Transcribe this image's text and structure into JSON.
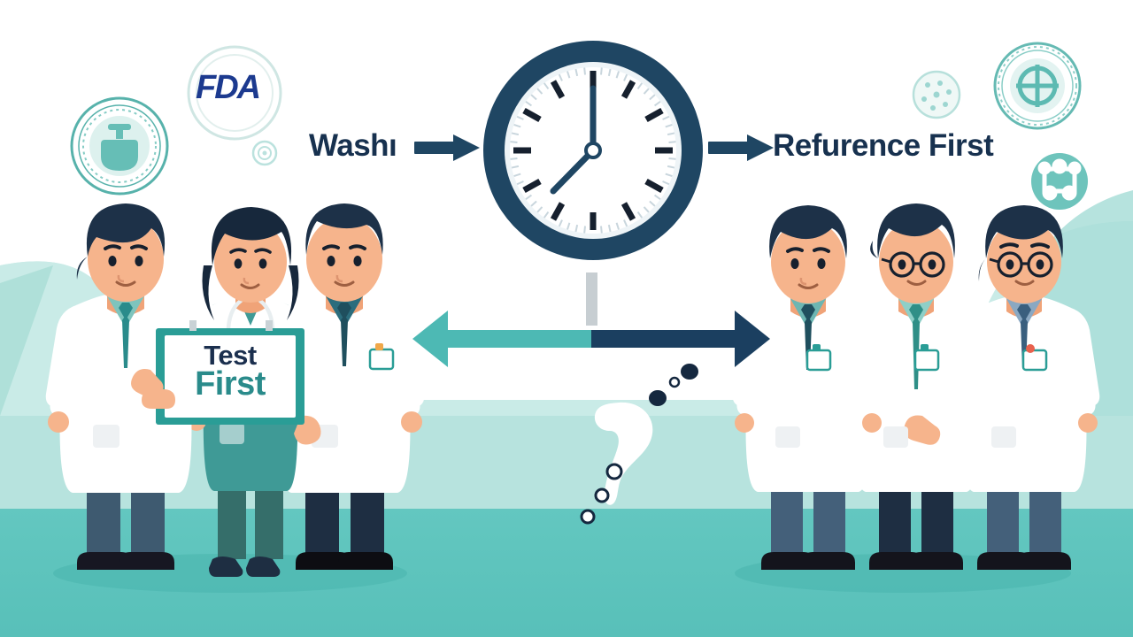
{
  "illustration": {
    "title": "Clinical trial crossover design: Test First vs Reference First with washout period",
    "style": "flat-vector-infographic"
  },
  "labels": {
    "left_sequence": "Washı",
    "right_sequence": "Refurence First",
    "sign_line1": "Test",
    "sign_line2": "First",
    "fda_logo": "FDA"
  },
  "clock": {
    "name": "washout-clock",
    "hour_hand_deg": 239,
    "minute_hand_deg": 0,
    "reading": "7:58"
  },
  "timeline_arrow": {
    "name": "period-arrow",
    "left_half_color": "#4db9b4",
    "right_half_color": "#1b3f60",
    "divider_color": "#c7ced2",
    "double_headed": true
  },
  "badges": [
    {
      "name": "pharmacy-seal-badge",
      "shape": "circle-seal",
      "color": "#3aa59d",
      "glyph": "mortar-pestle"
    },
    {
      "name": "fda-logo-badge",
      "shape": "circle-ring",
      "color": "#1c3a8f",
      "glyph": "fda-wordmark"
    },
    {
      "name": "small-emblem-icon",
      "shape": "circle-ring",
      "color": "#8fcfc9",
      "glyph": "target"
    },
    {
      "name": "cell-dots-icon",
      "shape": "circle-dotted",
      "color": "#9fd6d0",
      "glyph": "cell"
    },
    {
      "name": "cross-seal-badge",
      "shape": "circle-seal",
      "color": "#55b3ab",
      "glyph": "medical-cross"
    },
    {
      "name": "molecule-badge",
      "shape": "circle-solid",
      "color": "#6ec4bc",
      "glyph": "molecule"
    }
  ],
  "groups": {
    "left": {
      "name": "test-first-group",
      "count": 3,
      "members": [
        {
          "name": "clinician-male-left",
          "glasses": false,
          "hair": "#1d3148",
          "coat": "#ffffff",
          "tie": "#2a8b8b",
          "trousers": "#3e5a70"
        },
        {
          "name": "clinician-female-center",
          "glasses": false,
          "hair": "#17283c",
          "scrubs": "#3f9a96",
          "stethoscope": true
        },
        {
          "name": "clinician-male-right",
          "glasses": false,
          "hair": "#1d3148",
          "coat": "#ffffff",
          "tie": "#2b6d7d",
          "trousers": "#1e2e42"
        }
      ]
    },
    "right": {
      "name": "reference-first-group",
      "count": 3,
      "members": [
        {
          "name": "clinician-male-1",
          "glasses": false,
          "hair": "#1d3148",
          "coat": "#ffffff",
          "tie": "#1f4f5e",
          "trousers": "#44607a"
        },
        {
          "name": "clinician-male-2",
          "glasses": true,
          "hair": "#1d3148",
          "coat": "#ffffff",
          "tie": "#2f8f87",
          "trousers": "#1e2e42"
        },
        {
          "name": "clinician-male-3",
          "glasses": true,
          "hair": "#1d3148",
          "coat": "#ffffff",
          "tie": "#3a5f7e",
          "trousers": "#44607a"
        }
      ]
    }
  },
  "dots_trail": {
    "name": "dots-trail",
    "filled_color": "#15283f",
    "outline_color": "#15283f",
    "count": 6
  },
  "palette": {
    "background_top": "#ffffff",
    "background_mid": "#b7e3de",
    "floor": "#5fc4bd",
    "navy": "#17314f",
    "teal": "#2a8b8b",
    "skin": "#f6b48c",
    "coat_white": "#ffffff"
  }
}
